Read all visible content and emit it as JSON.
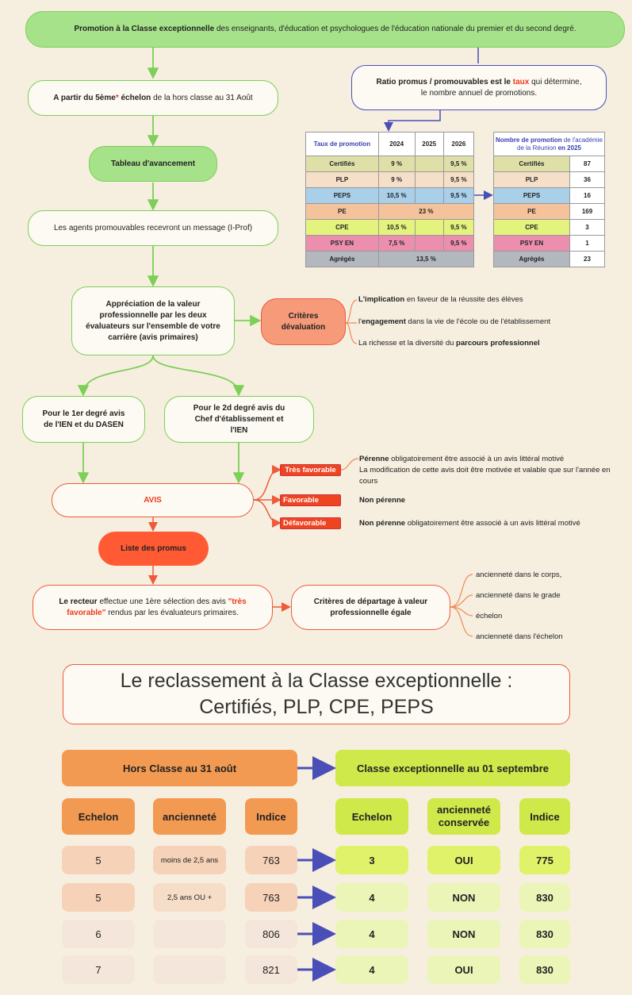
{
  "flow": {
    "top": {
      "bold": "Promotion à la Classe exceptionnelle",
      "rest": " des enseignants, d'éducation et psychologues de l'éducation nationale du premier et du second degré."
    },
    "step1": {
      "bold1": "A partir du 5ème",
      "star": "*",
      "bold2": " échelon",
      "rest": " de la hors classe au 31 Août"
    },
    "tableau": "Tableau d'avancement",
    "message": "Les agents promouvables recevront un message (I-Prof)",
    "appreciation": "Appréciation de la valeur professionnelle par les deux évaluateurs sur l'ensemble de votre carrière (avis primaires)",
    "criteres": "Critères dévaluation",
    "critere_items": [
      {
        "bold": "L'implication",
        "rest": " en faveur de la réussite des élèves"
      },
      {
        "pre": "l'",
        "bold": "engagement",
        "rest": " dans la vie de l'école ou de l'établissement"
      },
      {
        "pre": "La richesse et la diversité du ",
        "bold": "parcours professionnel"
      }
    ],
    "avis1": "Pour le 1er degré avis de l'IEN et du DASEN",
    "avis2": "Pour le 2d degré avis du Chef d'établissement et l'IEN",
    "avis": "AVIS",
    "avis_tags": [
      "Très favorable",
      "Favorable",
      "Défavorable"
    ],
    "avis_notes": [
      {
        "bold": "Pérenne",
        "rest": " obligatoirement être associé à un avis littéral motivé",
        "line2": "La modification de cette avis doit être motivée et valable que sur l'année en cours"
      },
      {
        "bold": "Non pérenne",
        "rest": ""
      },
      {
        "bold": "Non pérenne",
        "rest": " obligatoirement être associé à un avis littéral motivé"
      }
    ],
    "liste": "Liste des promus",
    "recteur": {
      "bold": "Le recteur",
      "rest": " effectue une 1ère sélection des avis ",
      "quote": "\"très favorable\"",
      "rest2": " rendus par les évaluateurs primaires."
    },
    "departage": "Critères de départage à valeur professionnelle égale",
    "departage_items": [
      "ancienneté dans le corps,",
      "ancienneté dans le grade",
      "échelon",
      "ancienneté dans l'échelon"
    ],
    "ratio": {
      "bold": "Ratio promus / promouvables est le ",
      "red": "taux",
      "rest": " qui détermine,",
      "line2": "le nombre annuel de promotions."
    }
  },
  "taux_table": {
    "header": [
      "Taux de promotion",
      "2024",
      "2025",
      "2026"
    ],
    "rows": [
      {
        "label": "Certifiés",
        "v2024": "9 %",
        "v2025": "",
        "v2026": "9,5 %",
        "color": "#dfe0a8"
      },
      {
        "label": "PLP",
        "v2024": "9 %",
        "v2025": "",
        "v2026": "9,5 %",
        "color": "#f6dfc8"
      },
      {
        "label": "PEPS",
        "v2024": "10,5 %",
        "v2025": "",
        "v2026": "9,5 %",
        "color": "#a9cfe9"
      },
      {
        "label": "PE",
        "merged": "23 %",
        "color": "#f4c39c"
      },
      {
        "label": "CPE",
        "v2024": "10,5 %",
        "v2025": "",
        "v2026": "9,5 %",
        "color": "#e4f37e"
      },
      {
        "label": "PSY EN",
        "v2024": "7,5 %",
        "v2025": "",
        "v2026": "9,5 %",
        "color": "#ec8fae"
      },
      {
        "label": "Agrégés",
        "merged": "13,5 %",
        "color": "#b2b8be"
      }
    ]
  },
  "nombre_table": {
    "header_pre": "Nombre de promotion",
    "header_mid": " de l'académie de la Réunion ",
    "header_bold": "en 2025",
    "rows": [
      {
        "label": "Certifiés",
        "value": "87"
      },
      {
        "label": "PLP",
        "value": "36"
      },
      {
        "label": "PEPS",
        "value": "16"
      },
      {
        "label": "PE",
        "value": "169"
      },
      {
        "label": "CPE",
        "value": "3"
      },
      {
        "label": "PSY EN",
        "value": "1"
      },
      {
        "label": "Agrégés",
        "value": "23"
      }
    ]
  },
  "reclassement": {
    "title_line1": "Le reclassement à la Classe exceptionnelle :",
    "title_line2": "Certifiés, PLP, CPE, PEPS",
    "left_header": "Hors Classe au 31 août",
    "right_header": "Classe exceptionnelle  au 01 septembre",
    "left_cols": [
      "Echelon",
      "ancienneté",
      "Indice"
    ],
    "right_cols": [
      "Echelon",
      "ancienneté conservée",
      "Indice"
    ],
    "rows": [
      {
        "echelon": "5",
        "anciennete": "moins de 2,5 ans",
        "indice": "763",
        "new_echelon": "3",
        "conservee": "OUI",
        "new_indice": "775"
      },
      {
        "echelon": "5",
        "anciennete": "2,5 ans OU +",
        "indice": "763",
        "new_echelon": "4",
        "conservee": "NON",
        "new_indice": "830"
      },
      {
        "echelon": "6",
        "anciennete": "",
        "indice": "806",
        "new_echelon": "4",
        "conservee": "NON",
        "new_indice": "830"
      },
      {
        "echelon": "7",
        "anciennete": "",
        "indice": "821",
        "new_echelon": "4",
        "conservee": "OUI",
        "new_indice": "830"
      }
    ]
  }
}
